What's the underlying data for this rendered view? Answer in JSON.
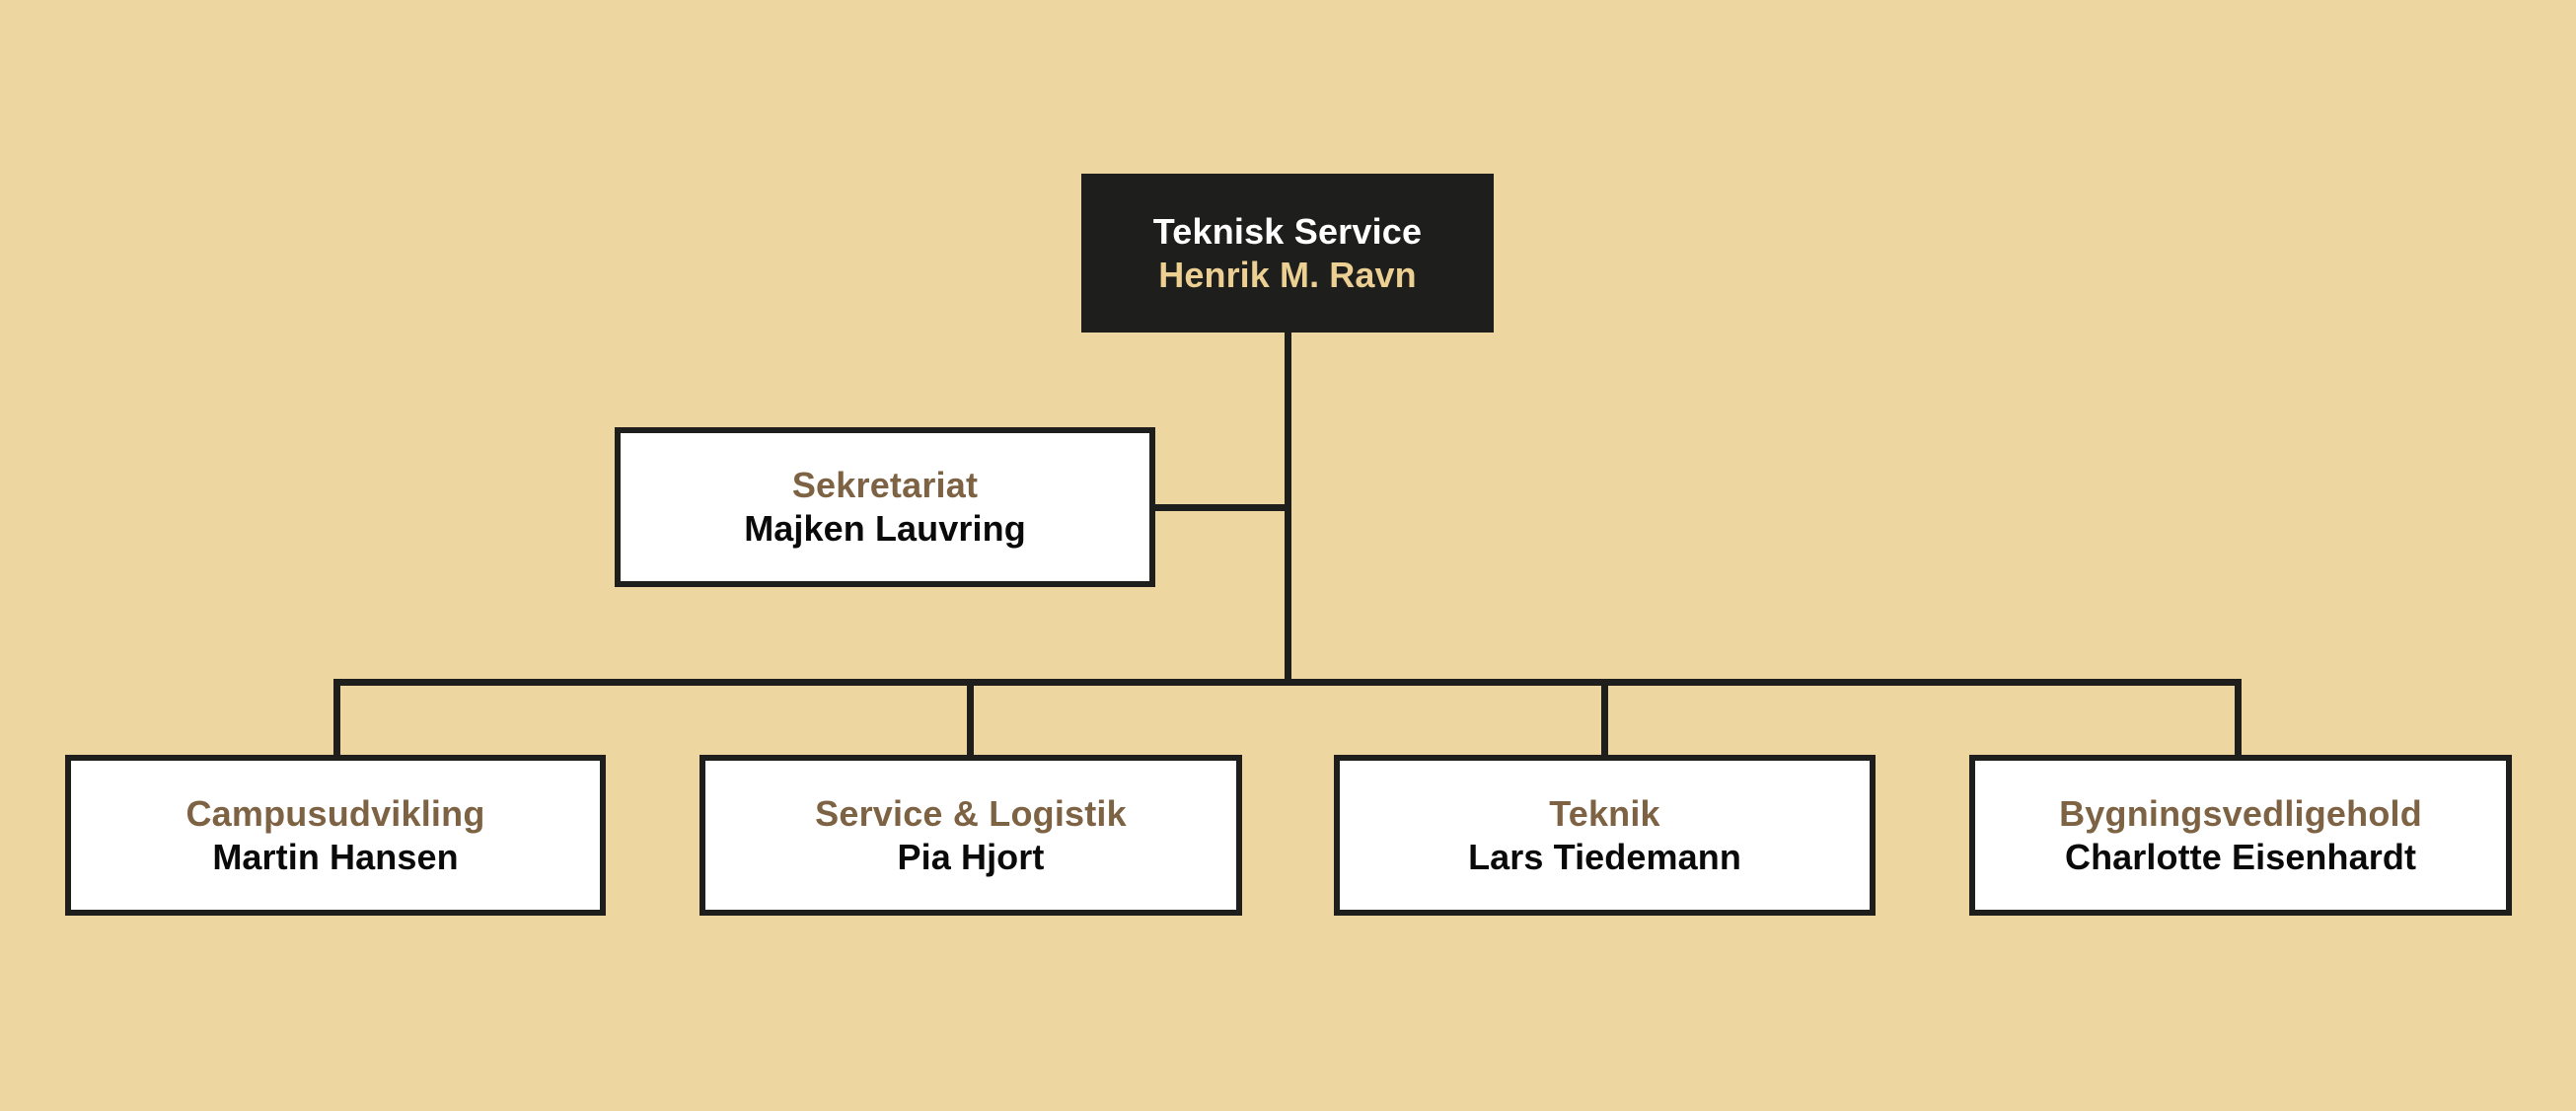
{
  "diagram": {
    "type": "org-chart",
    "background_color": "#EDD6A0",
    "line_color": "#1E1E1C",
    "root": {
      "title": "Teknisk Service",
      "person": "Henrik M. Ravn",
      "fill_color": "#1E1E1C",
      "title_color": "#FFFFFF",
      "person_color": "#ECCF92"
    },
    "staff": [
      {
        "title": "Sekretariat",
        "person": "Majken Lauvring",
        "fill_color": "#FFFFFF",
        "title_color": "#7D6243",
        "person_color": "#0A0A0A"
      }
    ],
    "children": [
      {
        "title": "Campusudvikling",
        "person": "Martin Hansen",
        "fill_color": "#FFFFFF",
        "title_color": "#7D6243",
        "person_color": "#0A0A0A"
      },
      {
        "title": "Service & Logistik",
        "person": "Pia Hjort",
        "fill_color": "#FFFFFF",
        "title_color": "#7D6243",
        "person_color": "#0A0A0A"
      },
      {
        "title": "Teknik",
        "person": "Lars Tiedemann",
        "fill_color": "#FFFFFF",
        "title_color": "#7D6243",
        "person_color": "#0A0A0A"
      },
      {
        "title": "Bygningsvedligehold",
        "person": "Charlotte Eisenhardt",
        "fill_color": "#FFFFFF",
        "title_color": "#7D6243",
        "person_color": "#0A0A0A"
      }
    ]
  }
}
